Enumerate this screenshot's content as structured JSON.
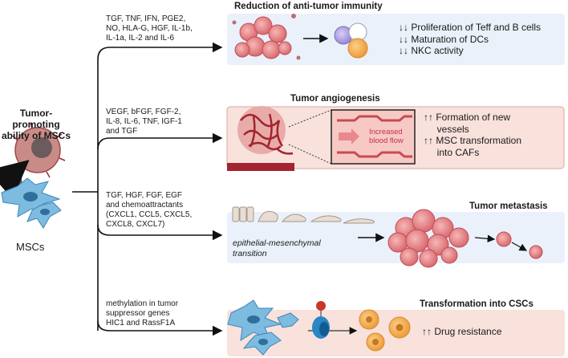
{
  "left": {
    "title": "Tumor-\npromoting\nability of MSCs",
    "cell_label": "MSCs"
  },
  "sections": [
    {
      "factors": "TGF, TNF, IFN, PGE2,\nNO, HLA-G, HGF, IL-1b,\nIL-1a, IL-2 and IL-6",
      "title": "Reduction of anti-tumor immunity",
      "effects": "↓↓ Proliferation of Teff and B cells\n↓↓ Maturation of DCs\n↓↓ NKC activity"
    },
    {
      "factors": "VEGF, bFGF, FGF-2,\nIL-8, IL-6, TNF, IGF-1\nand TGF",
      "title": "Tumor angiogenesis",
      "inset_label": "Increased\nblood flow",
      "effects": "↑↑ Formation of new\n     vessels\n↑↑ MSC transformation\n     into CAFs"
    },
    {
      "factors": "TGF, HGF, FGF, EGF\nand chemoattractants\n(CXCL1, CCL5, CXCL5,\nCXCL8, CXCL7)",
      "title": "Tumor metastasis",
      "process_label": "epithelial-mesenchymal\ntransition"
    },
    {
      "factors": "methylation in tumor\nsuppressor genes\nHIC1 and RassF1A",
      "title": "Transformation into CSCs",
      "effects": "↑↑ Drug resistance"
    }
  ],
  "colors": {
    "blue_panel": "#eaf1fa",
    "pink_panel": "#f9e1dc",
    "tumor": "#e9898d",
    "msc": "#6aaed6",
    "vessel": "#a3242e",
    "csc": "#f4ae4e"
  }
}
